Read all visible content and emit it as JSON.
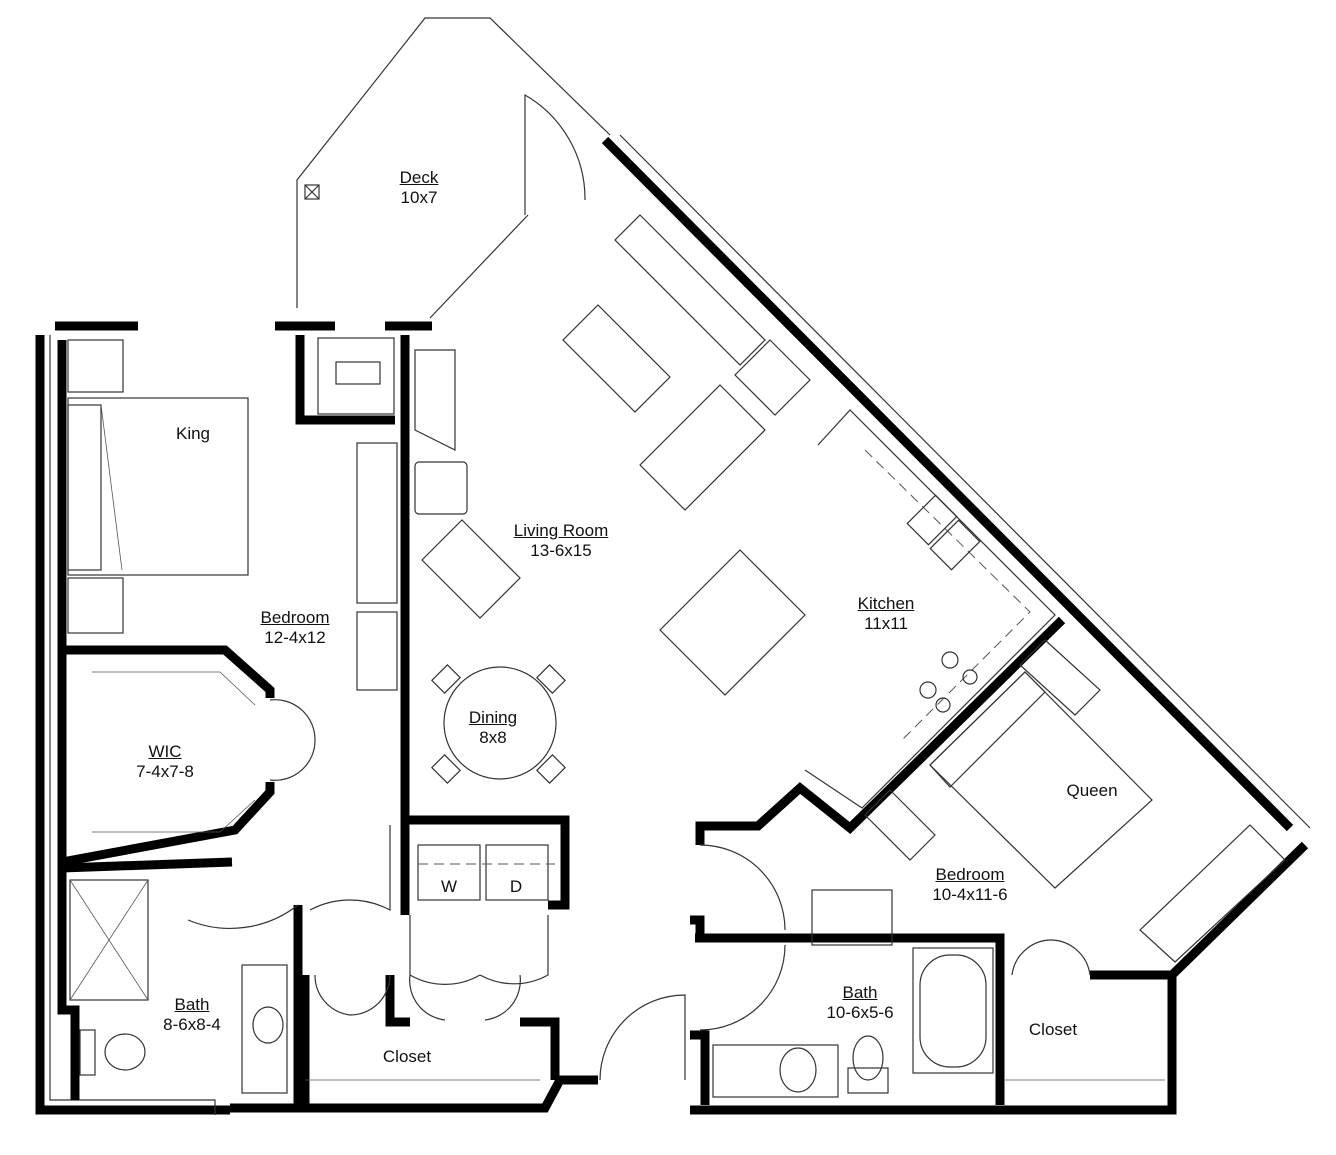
{
  "rooms": {
    "deck": {
      "name": "Deck",
      "size": "10x7"
    },
    "king": {
      "name": "King"
    },
    "living": {
      "name": "Living Room",
      "size": "13-6x15"
    },
    "bedroom1": {
      "name": "Bedroom",
      "size": "12-4x12"
    },
    "kitchen": {
      "name": "Kitchen",
      "size": "11x11"
    },
    "wic": {
      "name": "WIC",
      "size": "7-4x7-8"
    },
    "dining": {
      "name": "Dining",
      "size": "8x8"
    },
    "queen": {
      "name": "Queen"
    },
    "bedroom2": {
      "name": "Bedroom",
      "size": "10-4x11-6"
    },
    "washer": {
      "name": "W"
    },
    "dryer": {
      "name": "D"
    },
    "bath1": {
      "name": "Bath",
      "size": "8-6x8-4"
    },
    "closet1": {
      "name": "Closet"
    },
    "bath2": {
      "name": "Bath",
      "size": "10-6x5-6"
    },
    "closet2": {
      "name": "Closet"
    }
  }
}
